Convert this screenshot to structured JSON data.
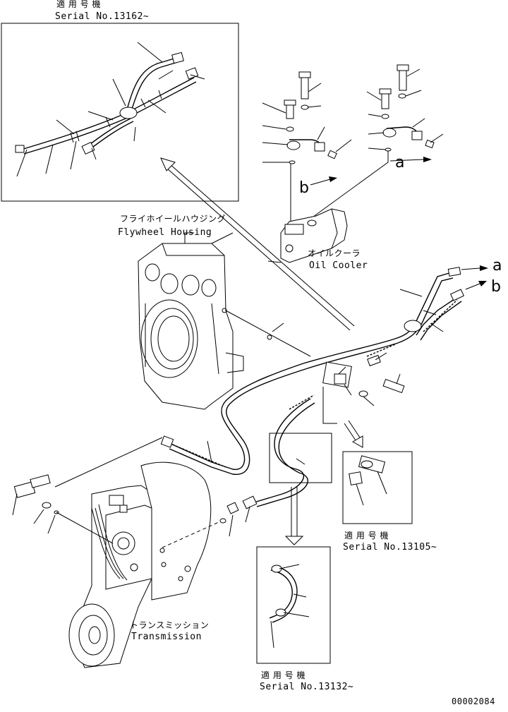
{
  "labels": {
    "serial_top_jp": "適 用 号 機",
    "serial_top": "Serial No.13162~",
    "flywheel_jp": "フライホイールハウジング",
    "flywheel_en": "Flywheel Housing",
    "oilcooler_jp": "オイルクーラ",
    "oilcooler_en": "Oil Cooler",
    "serial_mid_jp": "適 用 号 機",
    "serial_mid": "Serial No.13105~",
    "transmission_jp": "トランスミッション",
    "transmission_en": "Transmission",
    "serial_bot_jp": "適 用 号 機",
    "serial_bot": "Serial No.13132~",
    "doc_number": "00002084"
  },
  "callouts": {
    "a_top": "a",
    "b_top": "b",
    "a_right": "a",
    "b_right": "b"
  }
}
